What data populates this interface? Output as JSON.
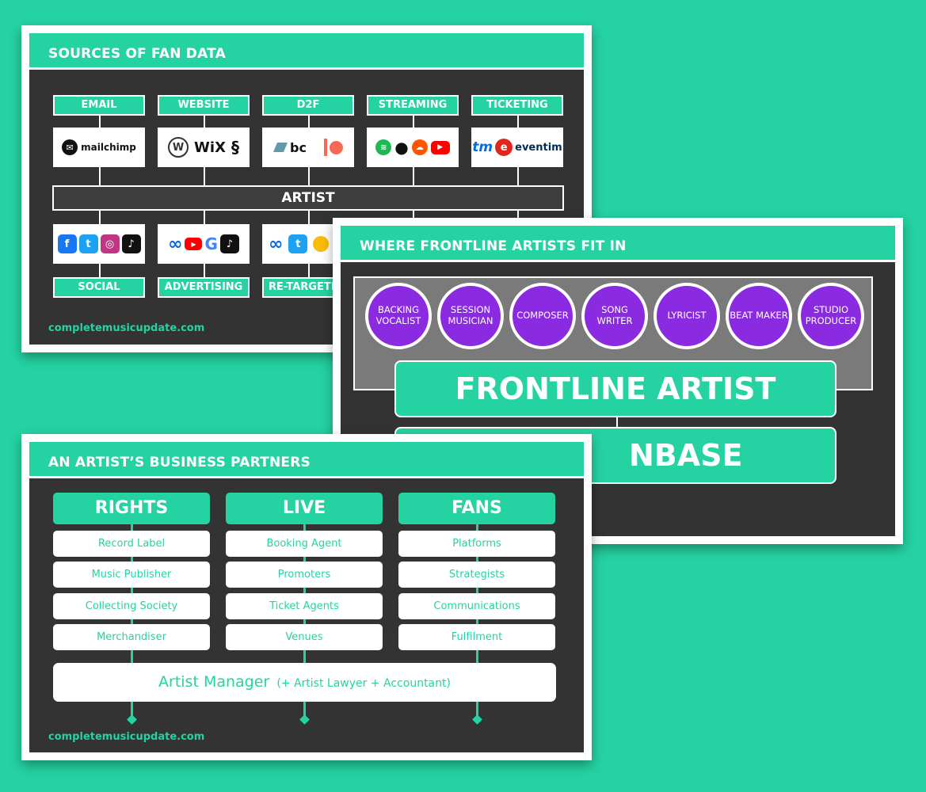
{
  "slide1": {
    "title": "SOURCES OF FAN DATA",
    "top_categories": [
      "EMAIL",
      "WEBSITE",
      "D2F",
      "STREAMING",
      "TICKETING"
    ],
    "top_logos": [
      "mailchimp",
      "WiX",
      "bc",
      "tm",
      "eventim"
    ],
    "center": "ARTIST",
    "bottom_categories": [
      "SOCIAL",
      "ADVERTISING",
      "RE-TARGETING"
    ],
    "footer": "completemusicupdate.com",
    "icons": {
      "facebook": "f",
      "twitter": "t",
      "instagram": "◎",
      "tiktok": "♪",
      "meta": "∞",
      "youtube": "▶",
      "google": "G",
      "wordpress": "W",
      "patreon": "P",
      "apple": "",
      "eventim_e": "e"
    }
  },
  "slide2": {
    "title": "WHERE FRONTLINE ARTISTS FIT IN",
    "roles": [
      "BACKING VOCALIST",
      "SESSION MUSICIAN",
      "COMPOSER",
      "SONG WRITER",
      "LYRICIST",
      "BEAT MAKER",
      "STUDIO PRODUCER"
    ],
    "main": "FRONTLINE ARTIST",
    "base_partial": "NBASE"
  },
  "slide3": {
    "title": "AN ARTIST’S BUSINESS PARTNERS",
    "columns": [
      {
        "head": "RIGHTS",
        "items": [
          "Record Label",
          "Music Publisher",
          "Collecting Society",
          "Merchandiser"
        ]
      },
      {
        "head": "LIVE",
        "items": [
          "Booking Agent",
          "Promoters",
          "Ticket Agents",
          "Venues"
        ]
      },
      {
        "head": "FANS",
        "items": [
          "Platforms",
          "Strategists",
          "Communications",
          "Fulfilment"
        ]
      }
    ],
    "manager": "Artist Manager",
    "manager_extra": "(+ Artist Lawyer + Accountant)",
    "footer": "completemusicupdate.com"
  },
  "colors": {
    "accent": "#25d3a2",
    "dark": "#333333",
    "purple": "#8a2be2",
    "white": "#ffffff"
  }
}
